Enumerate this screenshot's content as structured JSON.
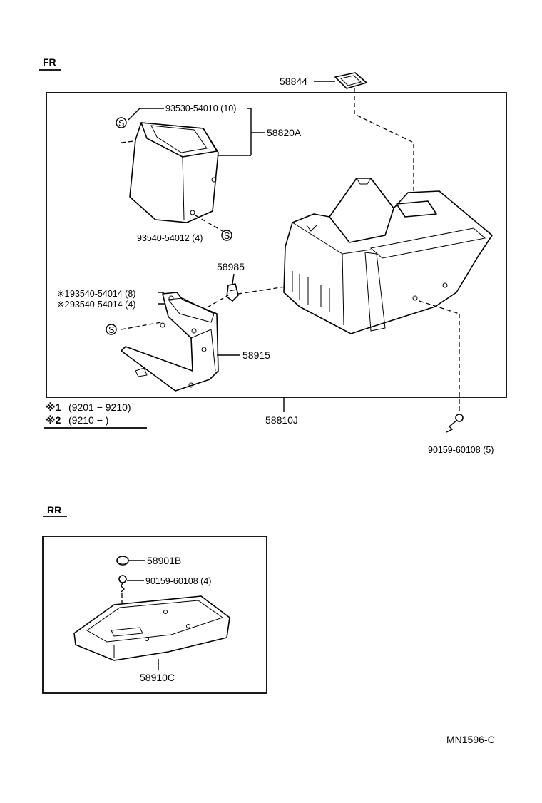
{
  "sections": {
    "front": {
      "heading": "FR"
    },
    "rear": {
      "heading": "RR"
    }
  },
  "front_parts": {
    "boot_retainer": "58844",
    "screw_upper": "93530-54010 (10)",
    "box_upper": "58820A",
    "screw_lower": "93540-54012 (4)",
    "clip": "58985",
    "screw_var1": "93540-54014 (8)",
    "screw_var1_mark": "※1",
    "screw_var2": "93540-54014 (4)",
    "screw_var2_mark": "※2",
    "bracket": "58915",
    "console_box": "58810J",
    "bolt": "90159-60108 (5)"
  },
  "notes": {
    "note1_mark": "※1",
    "note1_range": "(9201 − 9210)",
    "note2_mark": "※2",
    "note2_range": "(9210 −          )"
  },
  "rear_parts": {
    "cap": "58901B",
    "bolt": "90159-60108 (4)",
    "rear_console": "58910C"
  },
  "footer": {
    "code": "MN1596-C"
  },
  "icons": {
    "screw_marker": "S"
  }
}
